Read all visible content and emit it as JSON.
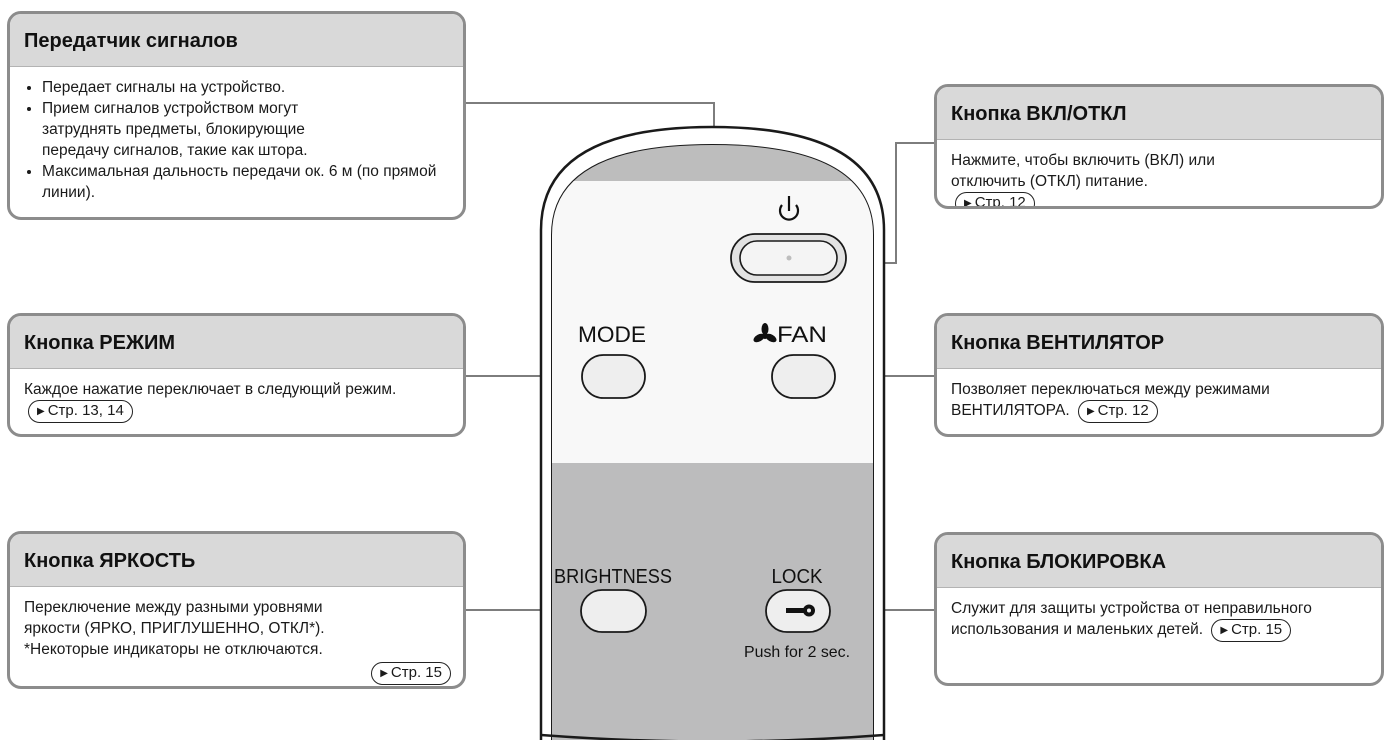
{
  "signal": {
    "title": "Передатчик сигналов",
    "bullets": [
      "Передает сигналы на устройство.",
      "Прием сигналов устройством могут затруднять предметы, блокирующие передачу сигналов, такие как штора.",
      "Максимальная дальность передачи ок. 6 м (по прямой линии)."
    ]
  },
  "mode": {
    "title": "Кнопка РЕЖИМ",
    "text": "Каждое нажатие переключает в следующий режим.",
    "ref": "Стр. 13, 14"
  },
  "brightness": {
    "title": "Кнопка ЯРКОСТЬ",
    "text": "Переключение между разными уровнями яркости (ЯРКО, ПРИГЛУШЕННО, ОТКЛ*).",
    "note": "*Некоторые индикаторы не отключаются.",
    "ref": "Стр. 15"
  },
  "power": {
    "title": "Кнопка ВКЛ/ОТКЛ",
    "text": "Нажмите, чтобы включить (ВКЛ) или отключить (ОТКЛ) питание.",
    "ref": "Стр. 12"
  },
  "fan": {
    "title": "Кнопка ВЕНТИЛЯТОР",
    "text": "Позволяет переключаться между режимами ВЕНТИЛЯТОРА.",
    "ref": "Стр. 12"
  },
  "lock": {
    "title": "Кнопка БЛОКИРОВКА",
    "text": "Служит для защиты устройства от неправильного использования и маленьких детей.",
    "ref": "Стр. 15"
  },
  "remote": {
    "mode_label": "MODE",
    "fan_label": "FAN",
    "brightness_label": "BRIGHTNESS",
    "lock_label": "LOCK",
    "lock_hint": "Push for 2 sec.",
    "power_icon": "power-icon",
    "fan_icon": "fan-icon",
    "key_icon": "key-icon"
  }
}
